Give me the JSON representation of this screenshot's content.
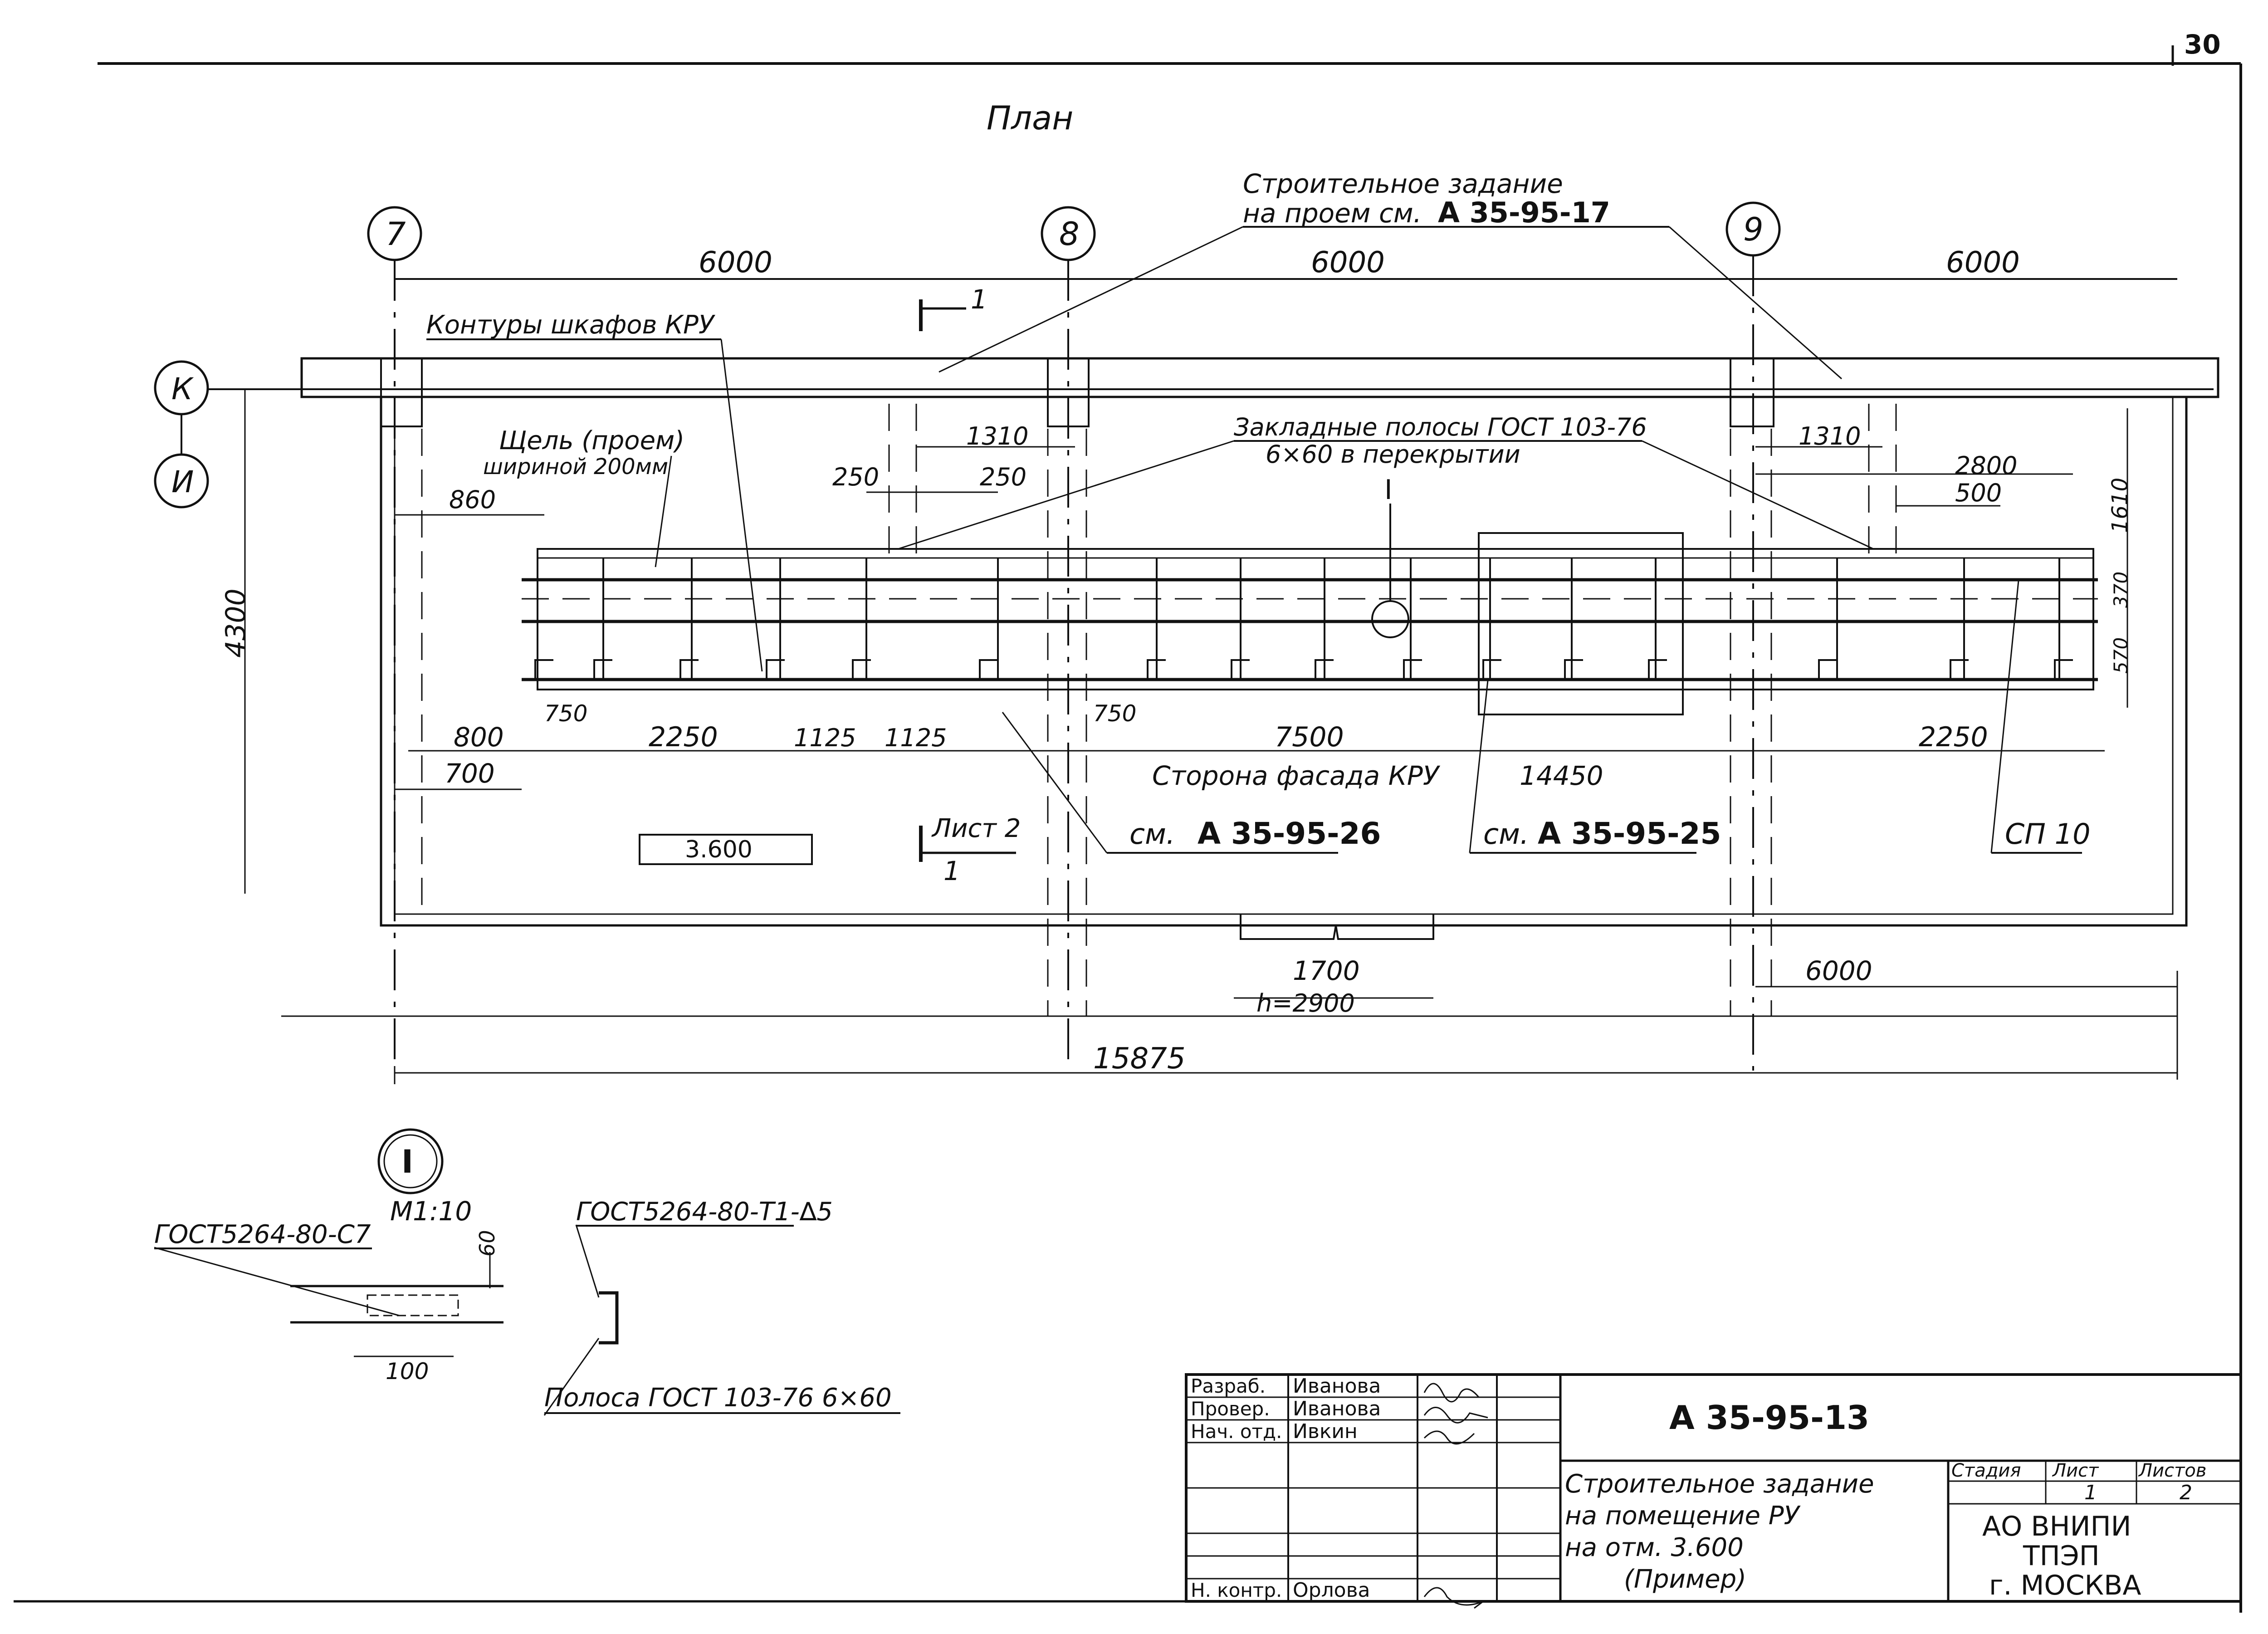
{
  "sheet_number": "30",
  "title": "План",
  "axes": {
    "a7": "7",
    "a8": "8",
    "a9": "9",
    "rowK": "К",
    "rowI": "И"
  },
  "spans": {
    "s1": "6000",
    "s2": "6000",
    "s3": "6000",
    "total": "15875",
    "right": "6000"
  },
  "callouts": {
    "opening_task_line1": "Строительное задание",
    "opening_task_line2": "на проем см.",
    "opening_task_ref": "А 35-95-17",
    "cabinets": "Контуры шкафов КРУ",
    "slot_line1": "Щель (проем)",
    "slot_line2": "шириной 200мм",
    "strips_line1": "Закладные полосы ГОСТ 103-76",
    "strips_line2": "6×60 в перекрытии",
    "facade": "Сторона фасада КРУ",
    "see26_prefix": "см.",
    "see26_ref": "А 35-95-26",
    "see25_prefix": "см.",
    "see25_ref": "А 35-95-25",
    "cn10": "СП 10",
    "section_sheet": "Лист 2",
    "section_num_top": "1",
    "section_num_bottom": "1",
    "elevation": "3.600",
    "door_height": "h=2900",
    "detail_mark": "I"
  },
  "dims": {
    "d1310a": "1310",
    "d250a": "250",
    "d250b": "250",
    "d860": "860",
    "d1310b": "1310",
    "d2800": "2800",
    "d500": "500",
    "d1610": "1610",
    "d370": "370",
    "d570": "570",
    "d4300": "4300",
    "d800": "800",
    "d700": "700",
    "d750a": "750",
    "d2250a": "2250",
    "d1125a": "1125",
    "d1125b": "1125",
    "d750b": "750",
    "d7500": "7500",
    "d2250b": "2250",
    "d14450": "14450",
    "d1700": "1700"
  },
  "detail": {
    "scale": "М1:10",
    "weld1": "ГОСТ5264-80-С7",
    "weld2": "ГОСТ5264-80-Т1-∆5",
    "dim60": "60",
    "dim100": "100",
    "strip": "Полоса ГОСТ 103-76   6×60"
  },
  "title_block": {
    "roles": [
      "Разраб.",
      "Провер.",
      "Нач. отд.",
      "",
      "",
      "",
      "",
      "Н. контр."
    ],
    "names": [
      "Иванова",
      "Иванова",
      "Ивкин",
      "",
      "",
      "",
      "",
      "Орлова"
    ],
    "doc_code": "А 35-95-13",
    "description": [
      "Строительное задание",
      "на помещение  РУ",
      "на отм. 3.600",
      "(Пример)"
    ],
    "stage_header": "Стадия",
    "sheet_header": "Лист",
    "sheets_header": "Листов",
    "sheet_value": "1",
    "sheets_value": "2",
    "org_lines": [
      "АО ВНИПИ",
      "ТПЭП",
      "г. МОСКВА"
    ]
  }
}
